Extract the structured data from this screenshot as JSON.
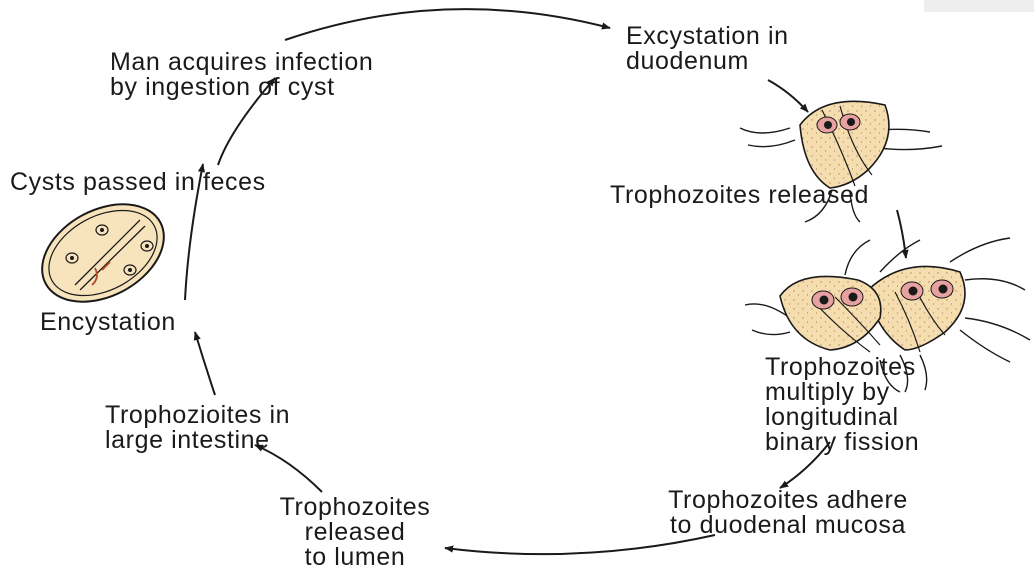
{
  "diagram": {
    "labels": {
      "man_acquires": [
        "Man acquires infection",
        "by ingestion of cyst"
      ],
      "excystation": [
        "Excystation in",
        "duodenum"
      ],
      "cysts_passed": "Cysts passed in feces",
      "trophozoites_released": "Trophozoites released",
      "encystation": "Encystation",
      "multiply": [
        "Trophozoites",
        "multiply by",
        "longitudinal",
        "binary fission"
      ],
      "large_intestine": [
        "Trophozioites in",
        "large intestine"
      ],
      "adhere": [
        "Trophozoites adhere",
        "to duodenal mucosa"
      ],
      "released_lumen": [
        "Trophozoites",
        "released",
        "to lumen"
      ]
    },
    "colors": {
      "cell_fill": "#f6ddb0",
      "nucleus_ring": "#e7a1a1",
      "nucleus_dark": "#1a1a1a",
      "cyst_fill": "#f8e4bc",
      "line": "#1a1a1a"
    }
  }
}
